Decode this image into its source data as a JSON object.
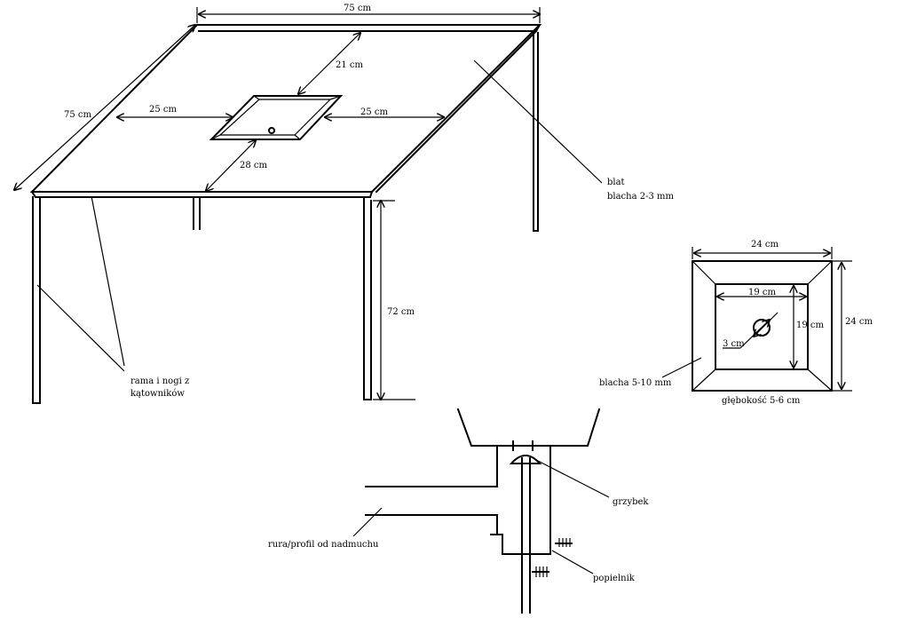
{
  "table": {
    "top_width": "75 cm",
    "side_depth": "75 cm",
    "to_back": "21 cm",
    "to_left": "25 cm",
    "to_right": "25 cm",
    "to_front": "28 cm",
    "height": "72 cm",
    "top_label_1": "blat",
    "top_label_2": "blacha 2-3 mm",
    "frame_label_1": "rama i nogi z",
    "frame_label_2": "kątowników"
  },
  "grate": {
    "outer_width": "24 cm",
    "outer_height": "24 cm",
    "inner_width": "19 cm",
    "inner_height": "19 cm",
    "hole": "3 cm",
    "material": "blacha 5-10 mm",
    "depth": "głębokość 5-6 cm"
  },
  "section": {
    "mushroom": "grzybek",
    "ashpan": "popielnik",
    "pipe": "rura/profil od nadmuchu"
  }
}
